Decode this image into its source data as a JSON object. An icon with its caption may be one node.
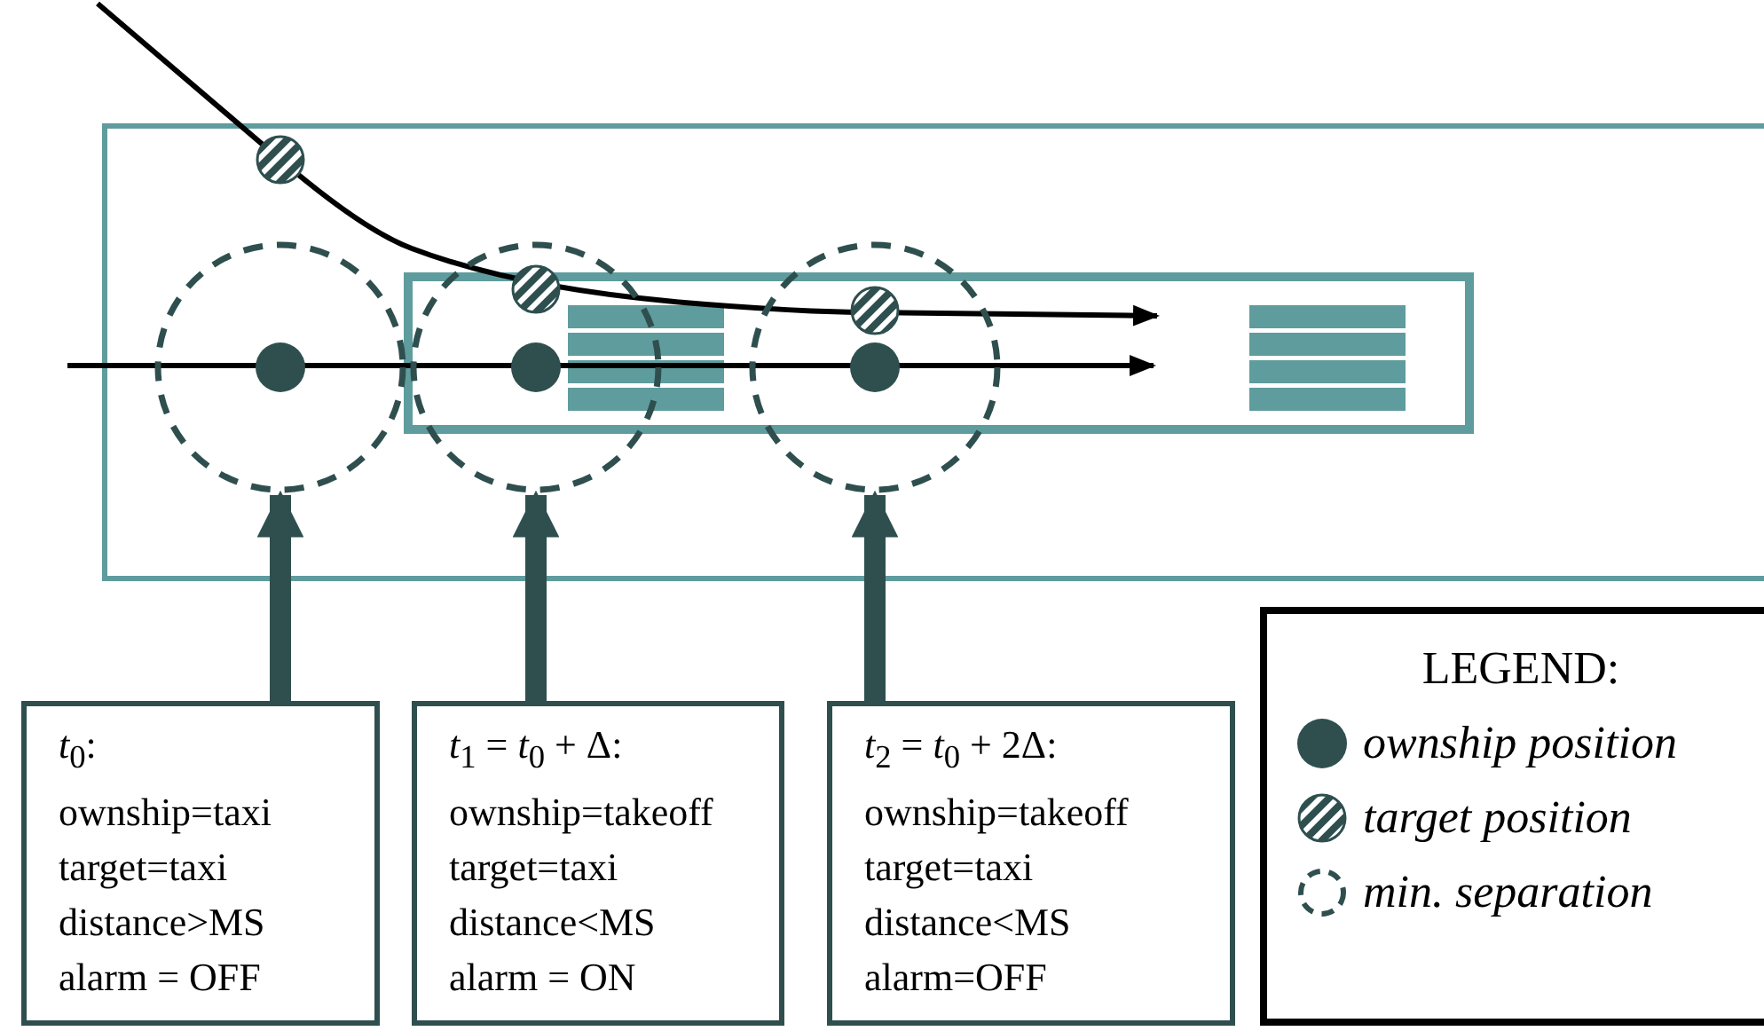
{
  "diagram": {
    "nodes": [
      {
        "text": [],
        "shape": "circle"
      },
      {
        "text": [],
        "shape": "circle"
      },
      {
        "text": [],
        "shape": "circle"
      },
      {
        "text": [
          "*t*$_{0}$:",
          "ownship=taxi",
          "target=taxi",
          "distance>MS",
          "alarm = OFF"
        ]
      },
      {
        "text": [
          "*t*$_{1}$ = *t*$_{0}$ + Δ:",
          "ownship=takeoff",
          "target=taxi",
          "distance<MS",
          "alarm = ON"
        ]
      },
      {
        "text": [
          "*t*$_{2}$ = *t*$_{0}$ + 2Δ:",
          "ownship=takeoff",
          "target=taxi",
          "distance<MS",
          "alarm=OFF"
        ]
      }
    ],
    "edges": [
      {
        "from": 3,
        "to": 0,
        "arrow": "to"
      },
      {
        "from": 4,
        "to": 1,
        "arrow": "to"
      },
      {
        "from": 5,
        "to": 2,
        "arrow": "to"
      }
    ],
    "labels": [
      "LEGEND:"
    ],
    "legend": [
      {
        "text": "ownship position"
      },
      {
        "text": "target position"
      },
      {
        "text": "min. separation"
      }
    ]
  }
}
